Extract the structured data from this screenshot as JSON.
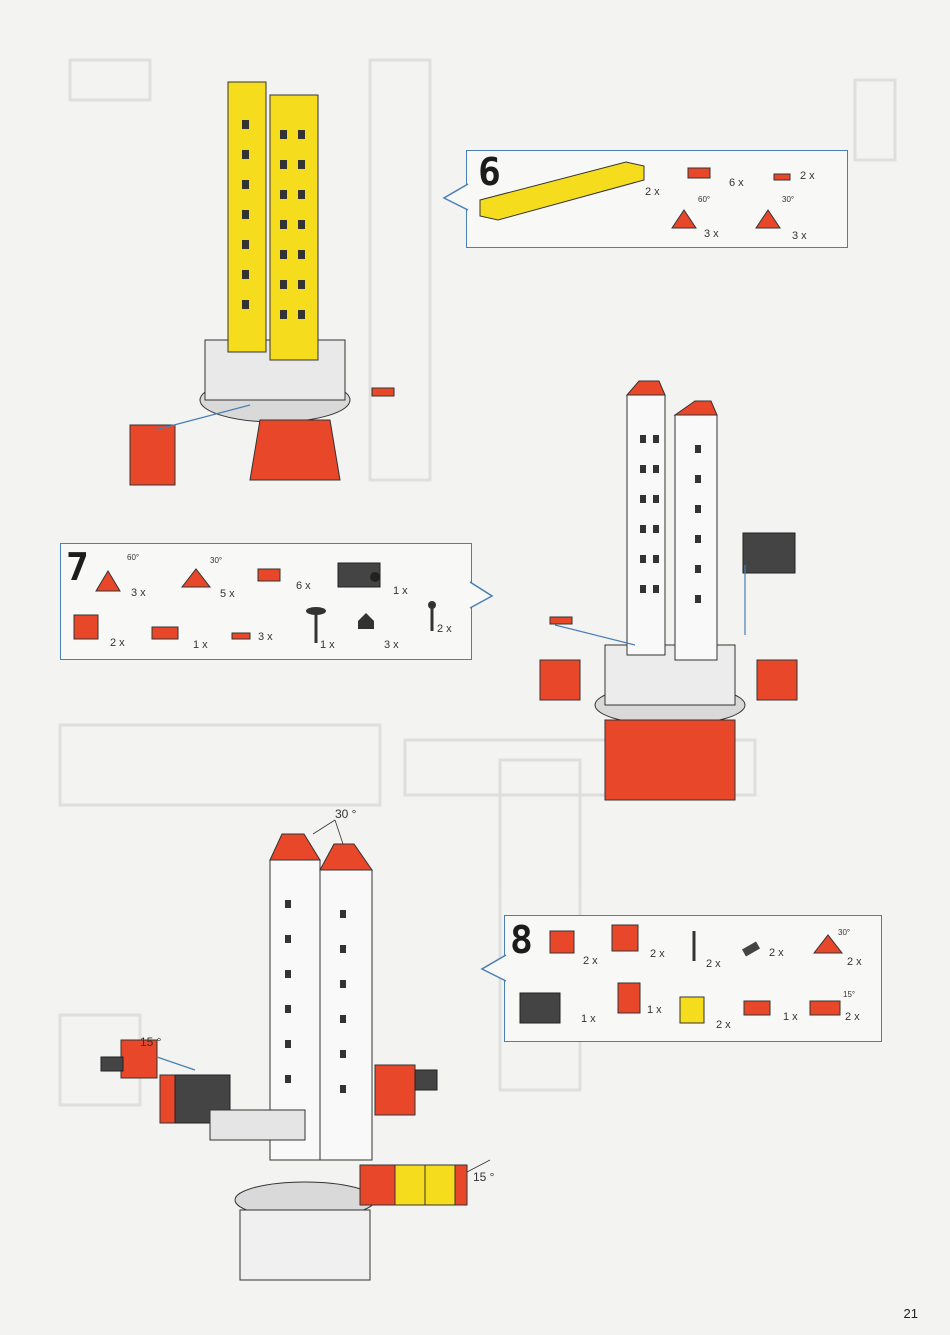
{
  "page_number": "21",
  "steps": [
    {
      "number": "6",
      "parts": [
        {
          "name": "yellow-long-bar",
          "qty": "2 x"
        },
        {
          "name": "red-block",
          "qty": "6 x"
        },
        {
          "name": "red-small-connector",
          "qty": "2 x"
        },
        {
          "name": "red-wedge-60",
          "qty": "3 x",
          "angle": "60°"
        },
        {
          "name": "red-wedge-30",
          "qty": "3 x",
          "angle": "30°"
        }
      ]
    },
    {
      "number": "7",
      "parts": [
        {
          "name": "red-wedge-60",
          "qty": "3 x",
          "angle": "60°"
        },
        {
          "name": "red-wedge-30",
          "qty": "5 x",
          "angle": "30°"
        },
        {
          "name": "red-block",
          "qty": "6 x"
        },
        {
          "name": "motor-block",
          "qty": "1 x"
        },
        {
          "name": "red-cube",
          "qty": "2 x"
        },
        {
          "name": "red-hinge",
          "qty": "1 x"
        },
        {
          "name": "red-small-connector",
          "qty": "3 x"
        },
        {
          "name": "axle",
          "qty": "1 x"
        },
        {
          "name": "gear",
          "qty": "3 x"
        },
        {
          "name": "pin",
          "qty": "2 x"
        }
      ]
    },
    {
      "number": "8",
      "parts": [
        {
          "name": "red-block-slot",
          "qty": "2 x"
        },
        {
          "name": "red-cube",
          "qty": "2 x"
        },
        {
          "name": "pin",
          "qty": "2 x"
        },
        {
          "name": "black-sleeve",
          "qty": "2 x"
        },
        {
          "name": "red-wedge-30",
          "qty": "2 x",
          "angle": "30°"
        },
        {
          "name": "motor",
          "qty": "1 x"
        },
        {
          "name": "red-bracket",
          "qty": "1 x"
        },
        {
          "name": "yellow-frame",
          "qty": "2 x"
        },
        {
          "name": "red-hinge",
          "qty": "1 x"
        },
        {
          "name": "red-wedge-15",
          "qty": "2 x",
          "angle": "15°"
        }
      ]
    }
  ],
  "annotations": {
    "top_angle": "30 °",
    "left_angle": "15 °",
    "right_angle": "15 °"
  },
  "colors": {
    "red": "#e8472a",
    "yellow": "#f5dd1e",
    "blue_frame": "#4a7fb5",
    "dark_grey": "#3b3b3b"
  }
}
